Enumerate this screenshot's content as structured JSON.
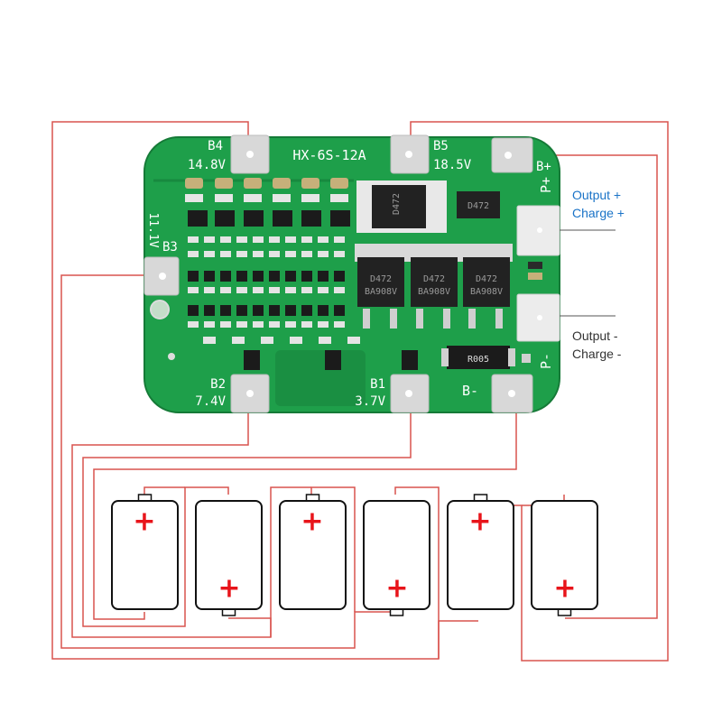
{
  "board": {
    "model": "HX-6S-12A",
    "pads": {
      "b4": {
        "name": "B4",
        "voltage": "14.8V"
      },
      "b5": {
        "name": "B5",
        "voltage": "18.5V"
      },
      "b3": {
        "name": "B3",
        "voltage": "11.1V"
      },
      "b2": {
        "name": "B2",
        "voltage": "7.4V"
      },
      "b1": {
        "name": "B1",
        "voltage": "3.7V"
      },
      "b_minus": {
        "name": "B-"
      },
      "p_plus": {
        "name": "P+"
      },
      "p_minus": {
        "name": "P-"
      },
      "b_plus": {
        "name": "B+"
      }
    },
    "chips": {
      "mosfet_marking_1": "D472",
      "mosfet_marking_2": "BA908V",
      "top_chip": "D472",
      "resistor": "R005"
    }
  },
  "outputs": {
    "positive": {
      "line1": "Output +",
      "line2": "Charge +",
      "color": "#1a73c7"
    },
    "negative": {
      "line1": "Output -",
      "line2": "Charge -",
      "color": "#333333"
    }
  },
  "batteries": {
    "count": 6,
    "plus_symbol": "+",
    "plus_color": "#e8141a"
  },
  "colors": {
    "pcb": "#1e9f4a",
    "wire": "#d9534f",
    "pad": "#d8d8d8"
  }
}
